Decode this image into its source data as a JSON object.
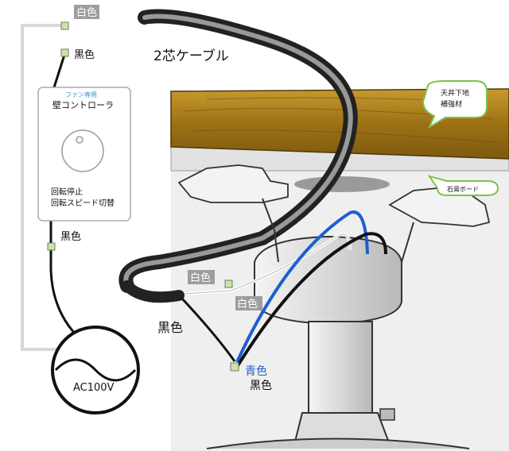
{
  "labels": {
    "white_top": "白色",
    "black_top": "黒色",
    "cable": "2芯ケーブル",
    "black_left": "黒色",
    "white_mid1": "白色",
    "white_mid2": "白色",
    "black_mid": "黒色",
    "blue": "青色",
    "black_bottom": "黒色",
    "ac": "AC100V"
  },
  "controller": {
    "tag": "ファン専用",
    "title": "壁コントローラ",
    "line1": "回転停止",
    "line2": "回転スピード切替"
  },
  "callouts": {
    "beam": "天井下地\n補強材",
    "board": "石膏ボード"
  },
  "colors": {
    "blue_wire": "#1e5fd0",
    "beam": "#a77a1a",
    "label_box": "#9e9e9e",
    "callout_border": "#7dc24a",
    "terminal": "#c8e6a0"
  }
}
